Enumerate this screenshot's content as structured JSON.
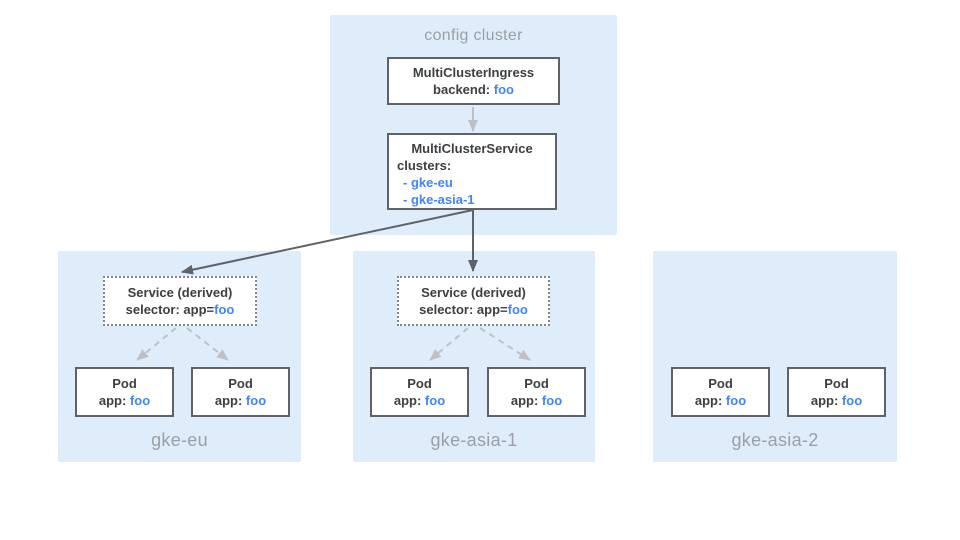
{
  "diagram": {
    "config_cluster": {
      "label": "config cluster",
      "ingress_box": {
        "title": "MultiClusterIngress",
        "backend_prefix": "backend: ",
        "backend_value": "foo"
      },
      "service_box": {
        "title": "MultiClusterService",
        "clusters_label": "clusters:",
        "cluster_items": [
          "- gke-eu",
          "- gke-asia-1"
        ]
      }
    },
    "clusters": [
      {
        "name": "gke-eu",
        "derived_service": {
          "title": "Service (derived)",
          "selector_prefix": "selector: app=",
          "selector_value": "foo"
        },
        "pods": [
          {
            "title": "Pod",
            "app_prefix": "app: ",
            "app_value": "foo"
          },
          {
            "title": "Pod",
            "app_prefix": "app: ",
            "app_value": "foo"
          }
        ]
      },
      {
        "name": "gke-asia-1",
        "derived_service": {
          "title": "Service (derived)",
          "selector_prefix": "selector: app=",
          "selector_value": "foo"
        },
        "pods": [
          {
            "title": "Pod",
            "app_prefix": "app: ",
            "app_value": "foo"
          },
          {
            "title": "Pod",
            "app_prefix": "app: ",
            "app_value": "foo"
          }
        ]
      },
      {
        "name": "gke-asia-2",
        "pods": [
          {
            "title": "Pod",
            "app_prefix": "app: ",
            "app_value": "foo"
          },
          {
            "title": "Pod",
            "app_prefix": "app: ",
            "app_value": "foo"
          }
        ]
      }
    ],
    "colors": {
      "cluster_background": "#dfecfa",
      "node_background": "#ffffff",
      "node_border": "#5f6368",
      "dotted_border": "#80868b",
      "text_dark": "#3c4043",
      "accent_blue": "#4285f4",
      "label_gray": "#9aa0a6",
      "arrow_dark": "#5f6368",
      "arrow_light": "#bdc1c6"
    }
  }
}
